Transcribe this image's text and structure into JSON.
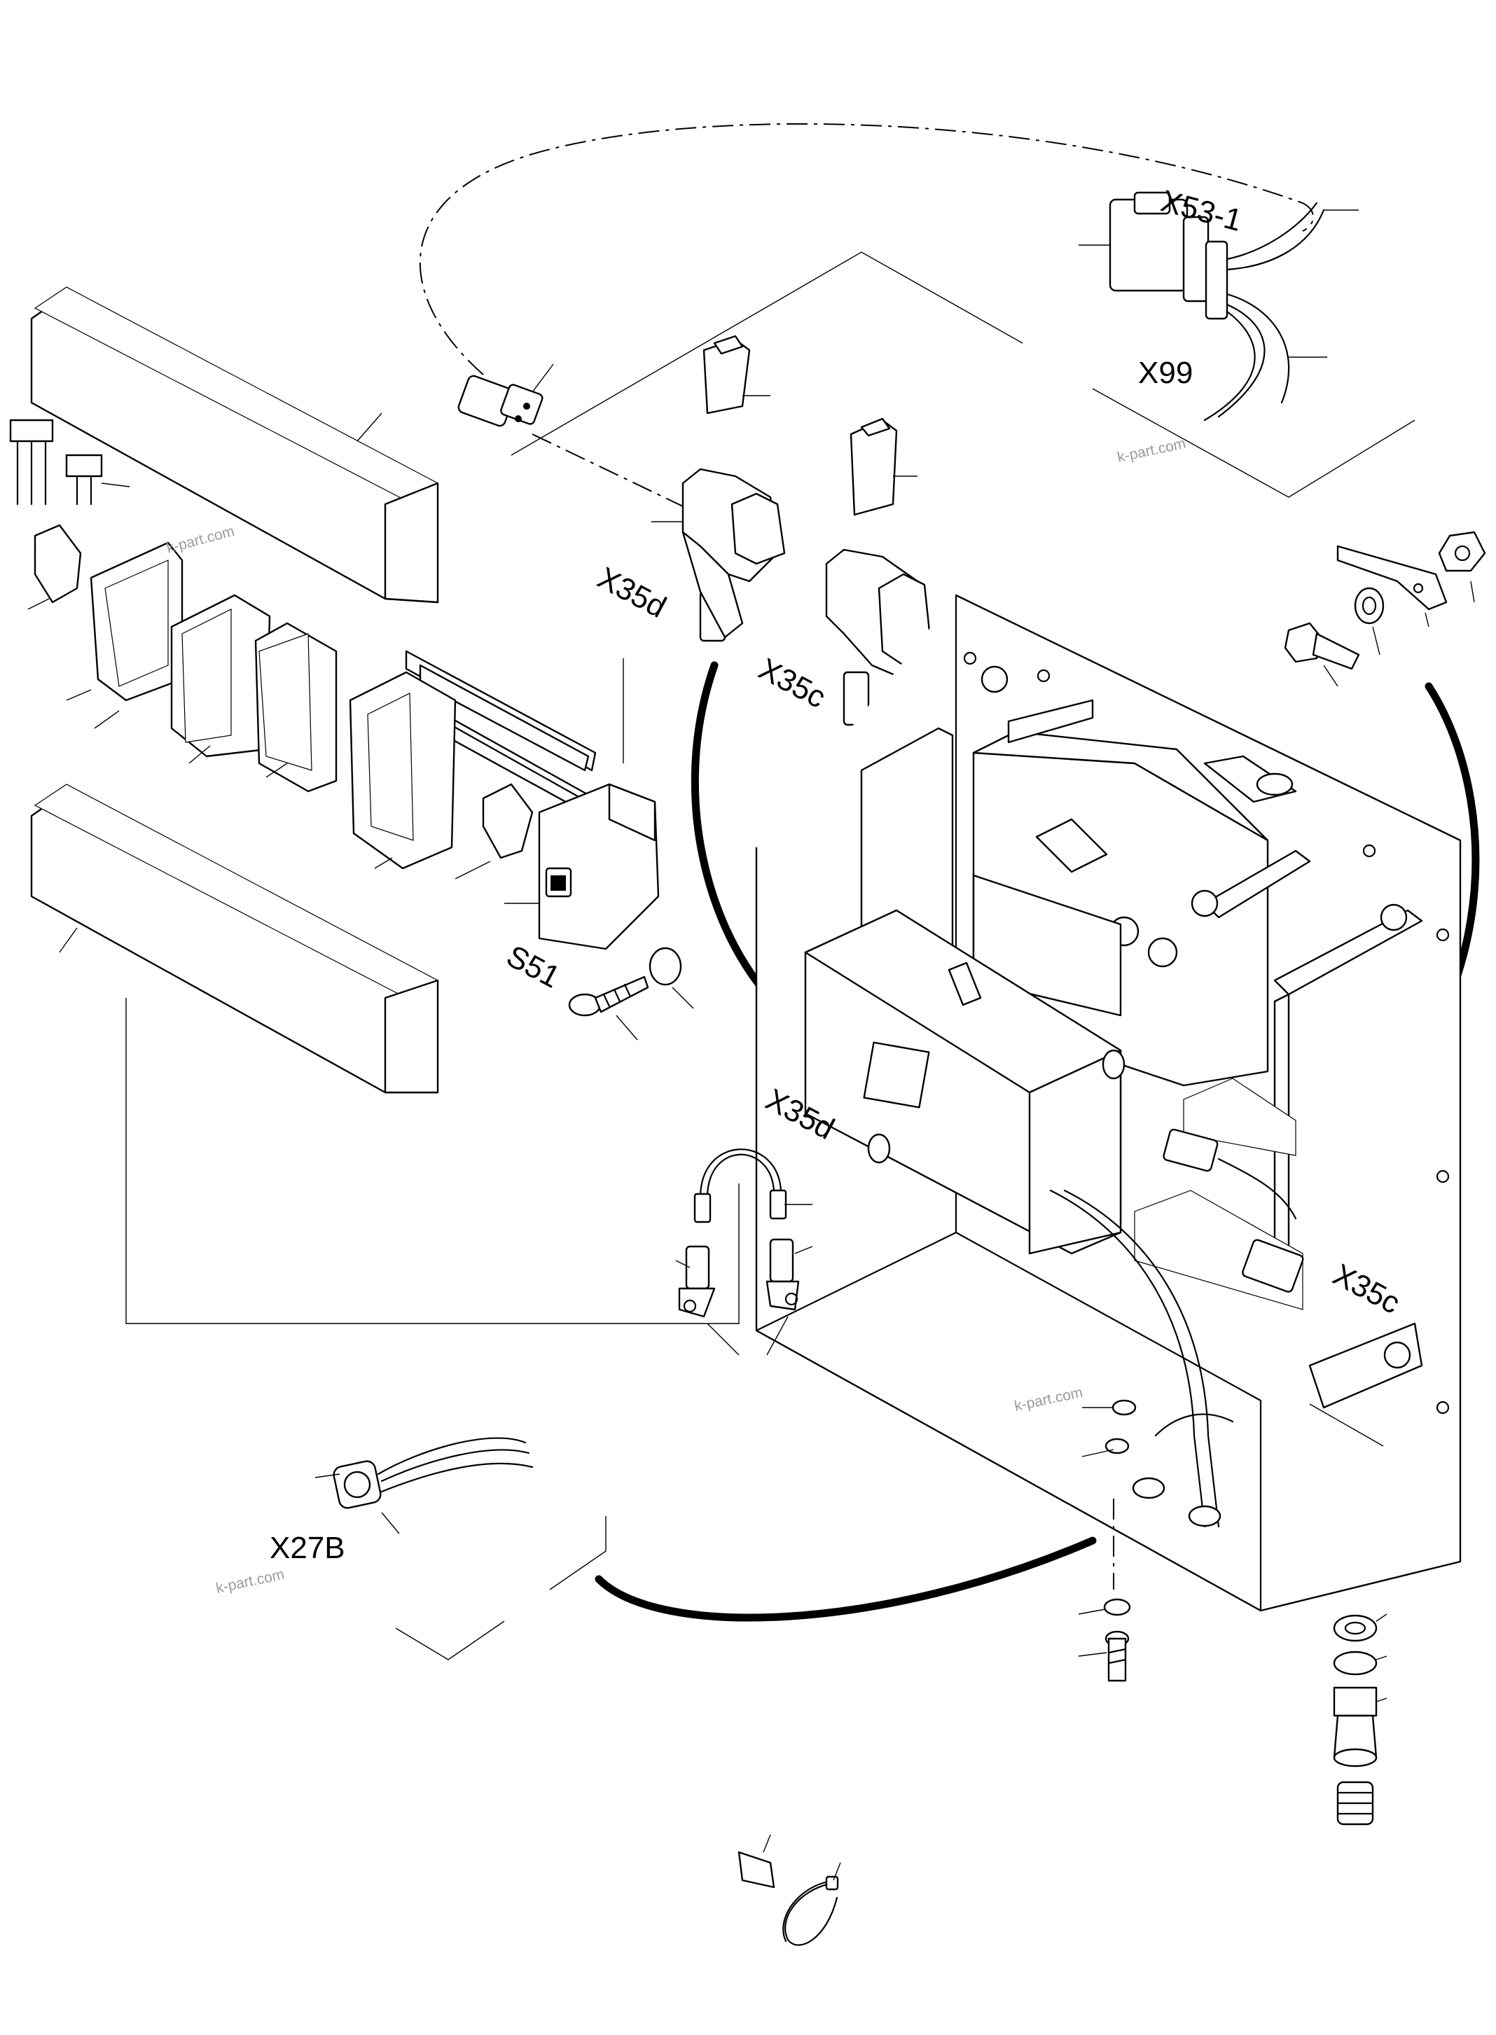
{
  "labels": {
    "x53_1": "X53-1",
    "x99": "X99",
    "x35d_top": "X35d",
    "x35c_top": "X35c",
    "s51": "S51",
    "x35d_mid": "X35d",
    "x35c_right": "X35c",
    "x27b": "X27B"
  },
  "watermarks": {
    "top_right": "k-part.com",
    "upper_left": "k-part.com",
    "center_right": "k-part.com",
    "lower_left": "k-part.com"
  }
}
